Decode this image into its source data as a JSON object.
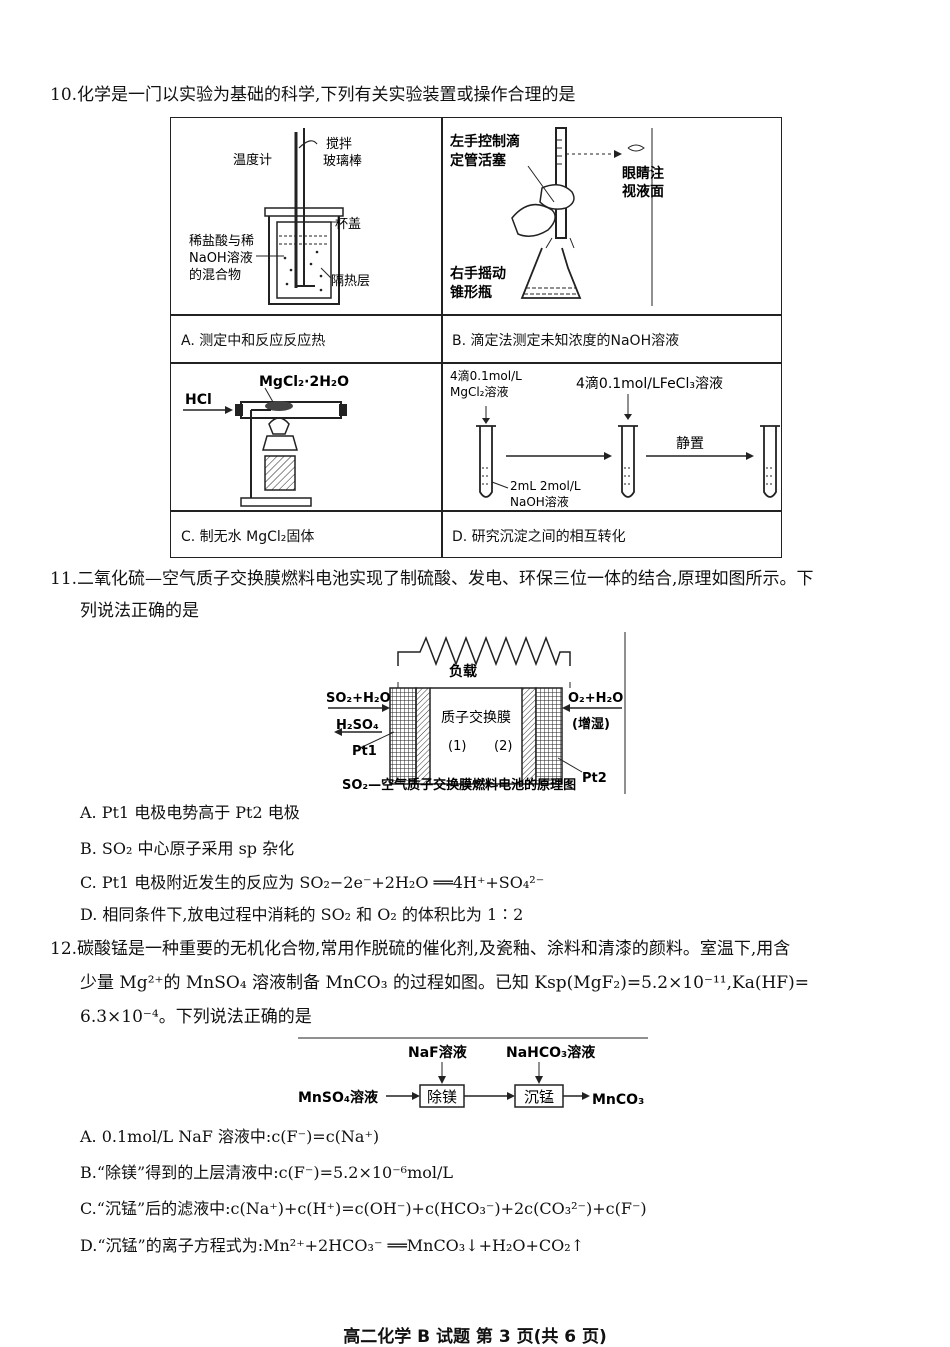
{
  "q10": {
    "stem": "10.化学是一门以实验为基础的科学,下列有关实验装置或操作合理的是",
    "A": {
      "caption": "A. 测定中和反应反应热",
      "l_thermo": "温度计",
      "l_stir1": "搅拌",
      "l_stir2": "玻璃棒",
      "l_lid": "杯盖",
      "l_mix1": "稀盐酸与稀",
      "l_mix2": "NaOH溶液",
      "l_mix3": "的混合物",
      "l_ins": "隔热层"
    },
    "B": {
      "caption": "B. 滴定法测定未知浓度的NaOH溶液",
      "l1a": "左手控制滴",
      "l1b": "定管活塞",
      "l2a": "眼睛注",
      "l2b": "视液面",
      "l3a": "右手摇动",
      "l3b": "锥形瓶"
    },
    "C": {
      "caption": "C. 制无水 MgCl₂固体",
      "l_hcl": "HCl",
      "l_mg": "MgCl₂·2H₂O"
    },
    "D": {
      "caption": "D. 研究沉淀之间的相互转化",
      "l1a": "4滴0.1mol/L",
      "l1b": "MgCl₂溶液",
      "l2": "4滴0.1mol/LFeCl₃溶液",
      "l3a": "2mL 2mol/L",
      "l3b": "NaOH溶液",
      "l4": "静置"
    }
  },
  "q11": {
    "stem1": "11.二氧化硫—空气质子交换膜燃料电池实现了制硫酸、发电、环保三位一体的结合,原理如图所示。下",
    "stem2": "列说法正确的是",
    "fig": {
      "load": "负载",
      "in_left": "SO₂+H₂O",
      "out_left": "H₂SO₄",
      "pt1": "Pt1",
      "membrane": "质子交换膜",
      "r1": "(1)",
      "r2": "(2)",
      "in_right": "O₂+H₂O",
      "humid": "(增湿)",
      "pt2": "Pt2",
      "caption": "SO₂—空气质子交换膜燃料电池的原理图"
    },
    "A": "A. Pt1 电极电势高于 Pt2 电极",
    "B": "B. SO₂ 中心原子采用 sp 杂化",
    "C": "C. Pt1 电极附近发生的反应为 SO₂−2e⁻+2H₂O ══4H⁺+SO₄²⁻",
    "D": "D. 相同条件下,放电过程中消耗的 SO₂ 和 O₂ 的体积比为 1∶2"
  },
  "q12": {
    "stem1": "12.碳酸锰是一种重要的无机化合物,常用作脱硫的催化剂,及瓷釉、涂料和清漆的颜料。室温下,用含",
    "stem2": "少量 Mg²⁺的 MnSO₄ 溶液制备 MnCO₃ 的过程如图。已知 Ksp(MgF₂)=5.2×10⁻¹¹,Ka(HF)=",
    "stem3": "6.3×10⁻⁴。下列说法正确的是",
    "flow": {
      "naf": "NaF溶液",
      "nahco3": "NaHCO₃溶液",
      "mnso4": "MnSO₄溶液",
      "step1": "除镁",
      "step2": "沉锰",
      "product": "MnCO₃"
    },
    "A": "A. 0.1mol/L NaF 溶液中:c(F⁻)=c(Na⁺)",
    "B": "B.“除镁”得到的上层清液中:c(F⁻)=5.2×10⁻⁶mol/L",
    "C": "C.“沉锰”后的滤液中:c(Na⁺)+c(H⁺)=c(OH⁻)+c(HCO₃⁻)+2c(CO₃²⁻)+c(F⁻)",
    "D": "D.“沉锰”的离子方程式为:Mn²⁺+2HCO₃⁻ ══MnCO₃↓+H₂O+CO₂↑"
  },
  "footer": "高二化学 B 试题    第 3 页(共 6 页)"
}
